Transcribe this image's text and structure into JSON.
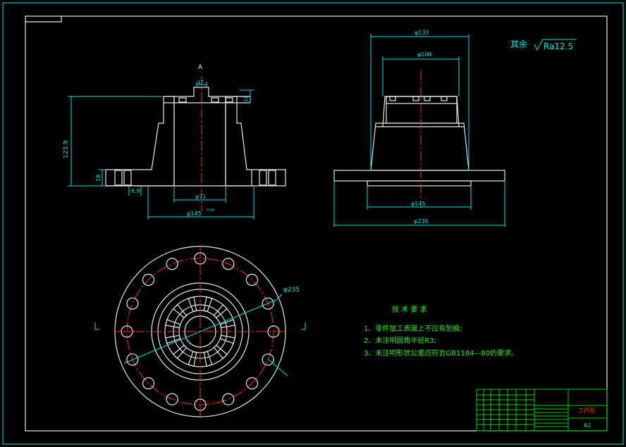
{
  "dimensions": {
    "top_outer_dia": "φ133",
    "top_inner_dia": "φ100",
    "side_base_inner_dia": "φ145",
    "side_flange_dia": "φ235",
    "section_height": "125.9",
    "section_flange_thk": "16",
    "section_offset": "6.9",
    "section_bore_dia": "φ71",
    "section_base_dia": "φ145",
    "section_base_tol": "0.04",
    "section_slot_width": "17",
    "section_slot_depth": "11",
    "plan_bolt_circle": "φ235"
  },
  "roughness": {
    "prefix": "其余",
    "value": "Ra12.5"
  },
  "tech_requirements": {
    "title": "技 术 要 求",
    "items": [
      "1、零件加工表面上不应有划痕;",
      "2、未注明圆角半径R3;",
      "3、未注明形状公差应符合GB1184—80的要求。"
    ]
  },
  "title_block": {
    "part_name": "工作图",
    "sheet_size": "A1"
  },
  "colors": {
    "dimension": "#00e5e5",
    "outline": "#e8e8e8",
    "centerline": "#ff2a2a",
    "text": "#22ee22"
  }
}
